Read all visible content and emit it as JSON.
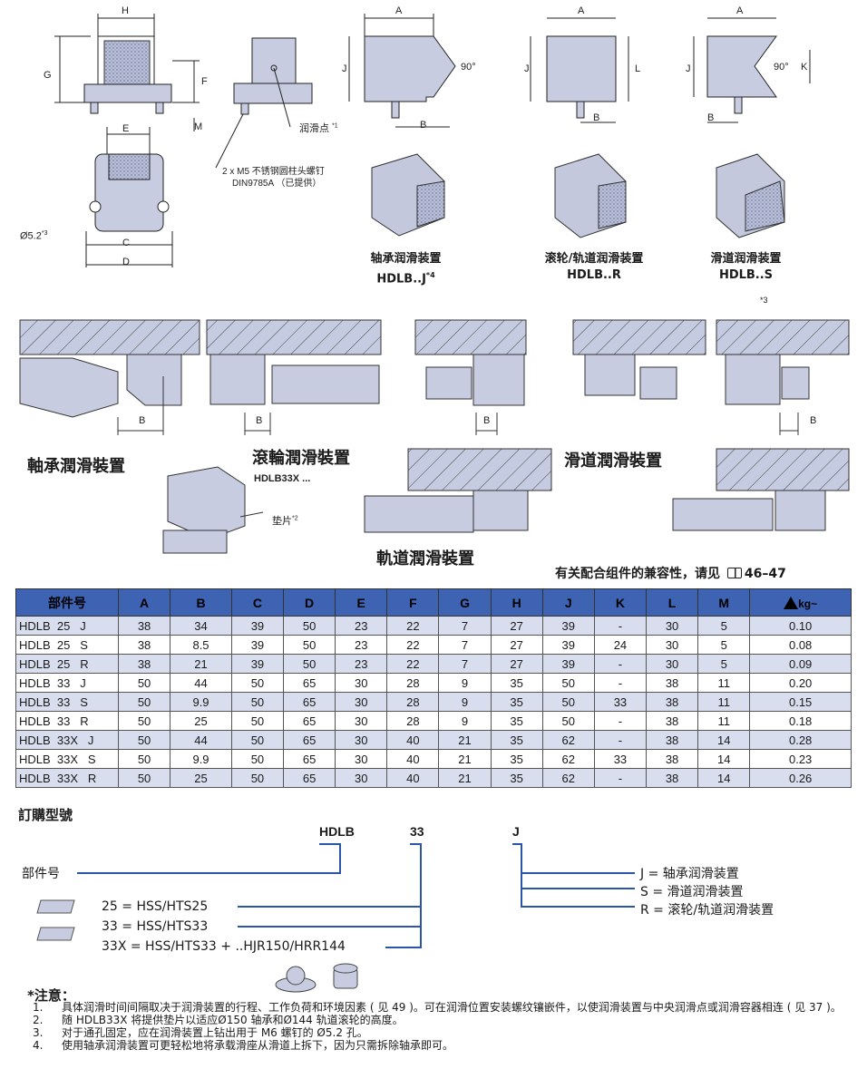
{
  "drawings": {
    "dim_labels": [
      "H",
      "G",
      "F",
      "M",
      "E",
      "C",
      "D",
      "A",
      "J",
      "B",
      "L",
      "K",
      "90°"
    ],
    "diameter_label": "Ø5.2",
    "diameter_note": "*3",
    "lube_point": "润滑点",
    "lube_point_note": "*1",
    "screw_line1": "2 x M5 不锈钢圆柱头螺钉",
    "screw_line2": "DIN9785A （已提供）",
    "install_note": "*3",
    "shim_label": "垫片",
    "shim_note": "*2"
  },
  "products": [
    {
      "name": "轴承润滑装置",
      "code": "HDLB..J",
      "note": "*4"
    },
    {
      "name": "滚轮/轨道润滑装置",
      "code": "HDLB..R",
      "note": ""
    },
    {
      "name": "滑道润滑装置",
      "code": "HDLB..S",
      "note": ""
    }
  ],
  "section_captions": {
    "bearing": "軸承潤滑裝置",
    "roller": "滾輪潤滑裝置",
    "roller_code": "HDLB33X ...",
    "track": "軌道潤滑裝置",
    "slide": "滑道潤滑裝置"
  },
  "compat_note": "有关配合组件的兼容性，请见 ",
  "compat_pages": "46–47",
  "table": {
    "headers": [
      "部件号",
      "A",
      "B",
      "C",
      "D",
      "E",
      "F",
      "G",
      "H",
      "J",
      "K",
      "L",
      "M",
      "kg~"
    ],
    "rows": [
      [
        "HDLB  25   J",
        "38",
        "34",
        "39",
        "50",
        "23",
        "22",
        "7",
        "27",
        "39",
        "-",
        "30",
        "5",
        "0.10"
      ],
      [
        "HDLB  25   S",
        "38",
        "8.5",
        "39",
        "50",
        "23",
        "22",
        "7",
        "27",
        "39",
        "24",
        "30",
        "5",
        "0.08"
      ],
      [
        "HDLB  25   R",
        "38",
        "21",
        "39",
        "50",
        "23",
        "22",
        "7",
        "27",
        "39",
        "-",
        "30",
        "5",
        "0.09"
      ],
      [
        "HDLB  33   J",
        "50",
        "44",
        "50",
        "65",
        "30",
        "28",
        "9",
        "35",
        "50",
        "-",
        "38",
        "11",
        "0.20"
      ],
      [
        "HDLB  33   S",
        "50",
        "9.9",
        "50",
        "65",
        "30",
        "28",
        "9",
        "35",
        "50",
        "33",
        "38",
        "11",
        "0.15"
      ],
      [
        "HDLB  33   R",
        "50",
        "25",
        "50",
        "65",
        "30",
        "28",
        "9",
        "35",
        "50",
        "-",
        "38",
        "11",
        "0.18"
      ],
      [
        "HDLB  33X   J",
        "50",
        "44",
        "50",
        "65",
        "30",
        "40",
        "21",
        "35",
        "62",
        "-",
        "38",
        "14",
        "0.28"
      ],
      [
        "HDLB  33X   S",
        "50",
        "9.9",
        "50",
        "65",
        "30",
        "40",
        "21",
        "35",
        "62",
        "33",
        "38",
        "14",
        "0.23"
      ],
      [
        "HDLB  33X   R",
        "50",
        "25",
        "50",
        "65",
        "30",
        "40",
        "21",
        "35",
        "62",
        "-",
        "38",
        "14",
        "0.26"
      ]
    ]
  },
  "ordering": {
    "title": "訂購型號",
    "code_parts": [
      "HDLB",
      "33",
      "J"
    ],
    "part_label": "部件号",
    "sizes": [
      "25 = HSS/HTS25",
      "33 = HSS/HTS33",
      "33X = HSS/HTS33 + ..HJR150/HRR144"
    ],
    "types": [
      "J = 轴承润滑装置",
      "S = 滑道润滑装置",
      "R = 滚轮/轨道润滑装置"
    ]
  },
  "notes": {
    "title": "*注意：",
    "items": [
      {
        "num": "1.",
        "text": "具体润滑时间间隔取决于润滑装置的行程、工作负荷和环境因素 ( 见 49 )。可在润滑位置安装螺纹镶嵌件，以使润滑装置与中央润滑点或润滑容器相连 ( 见 37 )。"
      },
      {
        "num": "2.",
        "text": "随 HDLB33X 将提供垫片以适应Ø150 轴承和Ø144 轨道滚轮的高度。"
      },
      {
        "num": "3.",
        "text": "对于通孔固定，应在润滑装置上钻出用于 M6 螺钉的 Ø5.2 孔。"
      },
      {
        "num": "4.",
        "text": "使用轴承润滑装置可更轻松地将承载滑座从滑道上拆下，因为只需拆除轴承即可。"
      }
    ]
  },
  "colors": {
    "header_blue": "#3f63b3",
    "row_tint": "#d9deef",
    "part_fill": "#c7cce0",
    "line_blue": "#2a55a8"
  }
}
